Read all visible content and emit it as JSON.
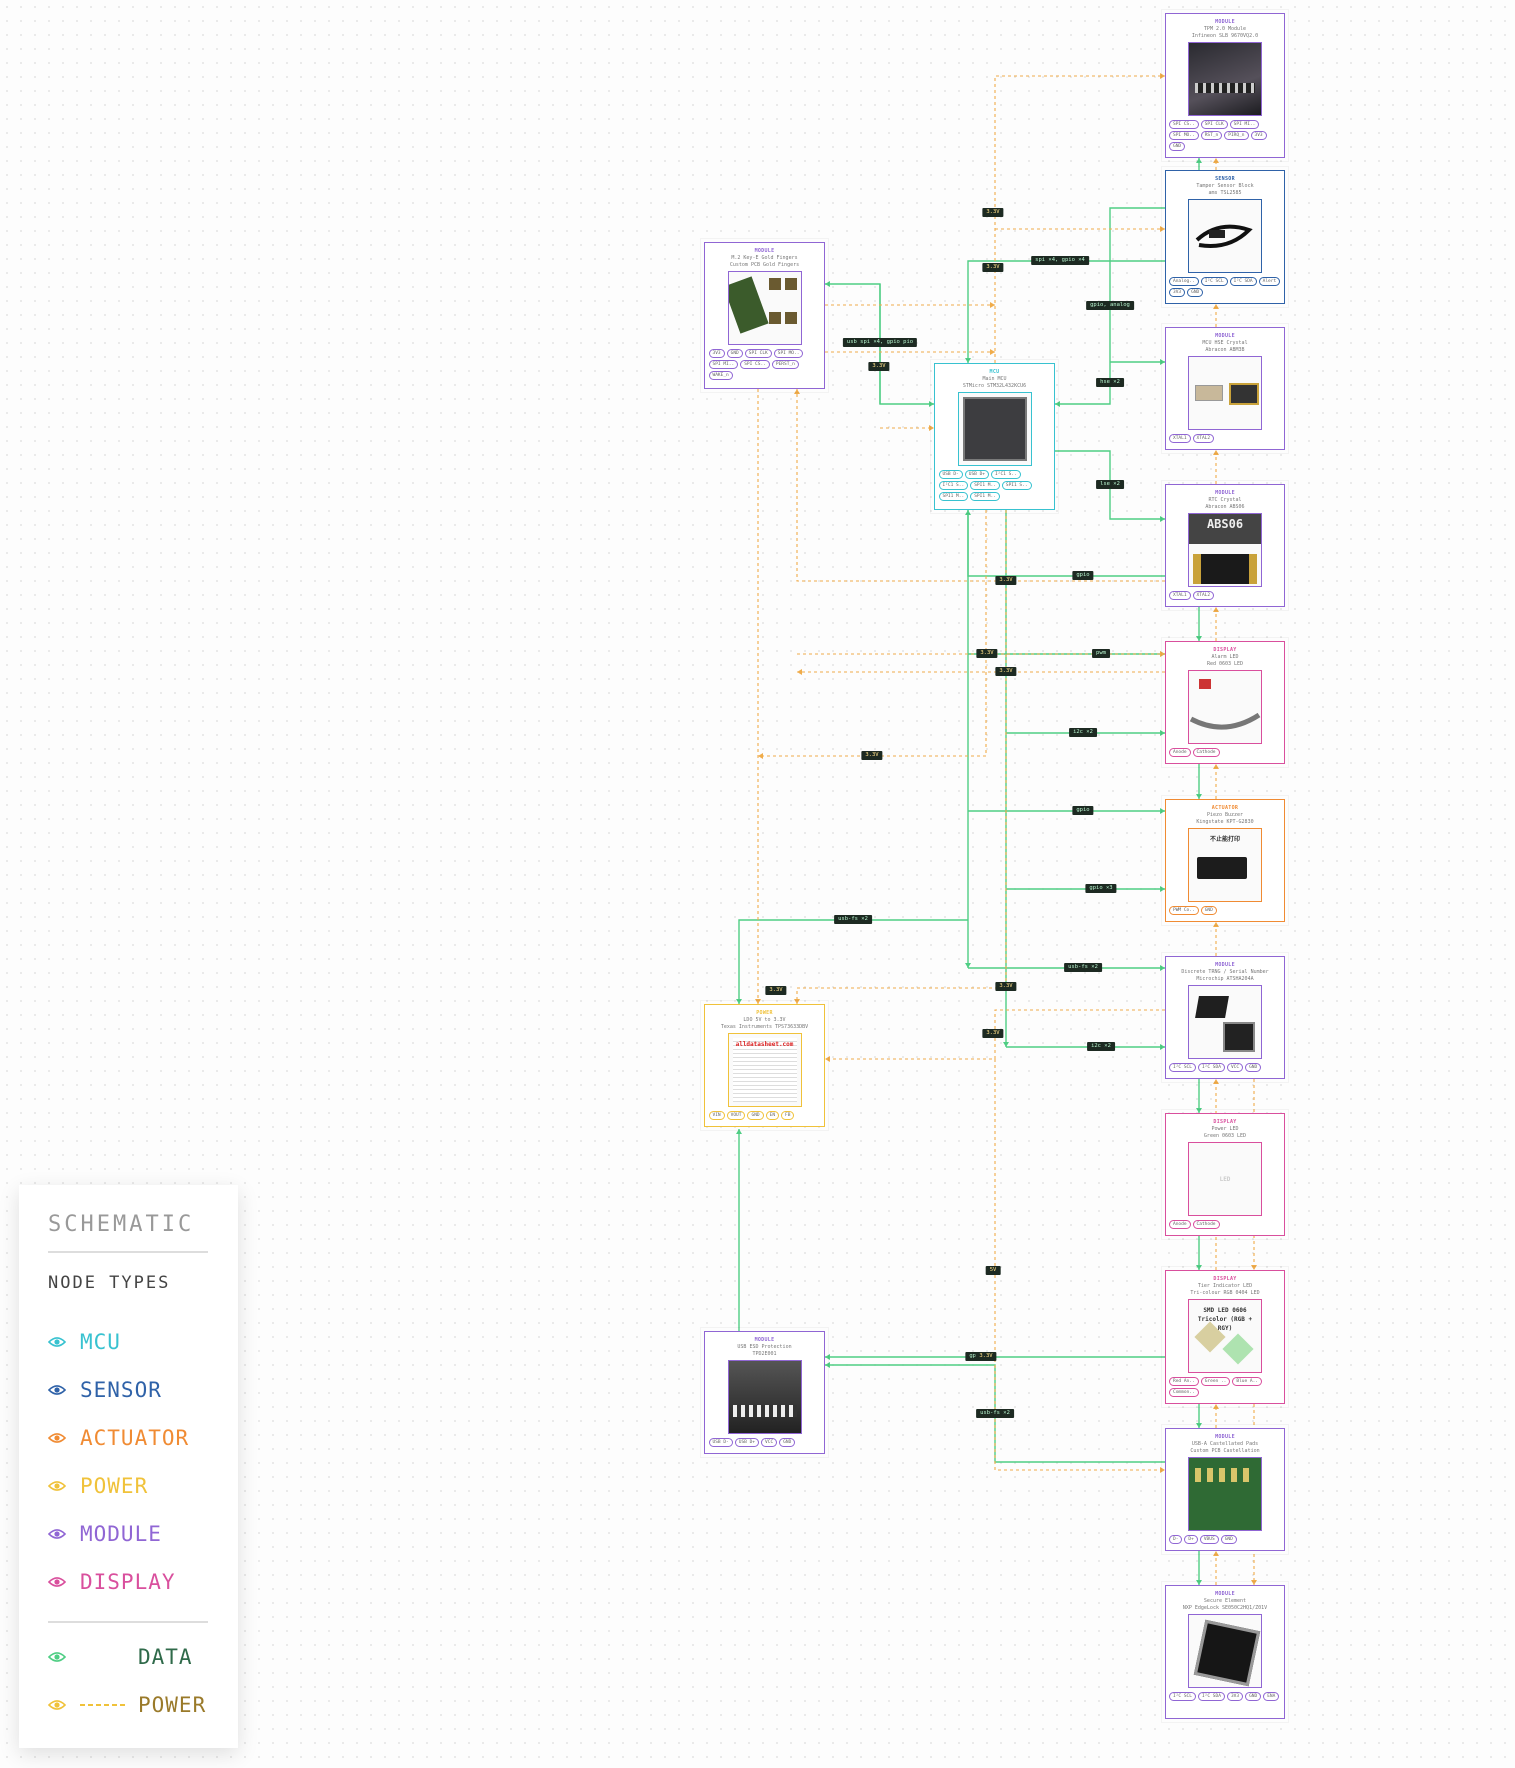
{
  "colors": {
    "mcu": "#38c2d0",
    "sensor": "#2f62a8",
    "actuator": "#f08b33",
    "power": "#f0c23a",
    "module": "#9066d4",
    "display": "#d94f9d",
    "data_wire": "#4fce84",
    "power_wire": "#f0ac4a"
  },
  "nodes": [
    {
      "id": "tpm",
      "type": "module",
      "kind": "MODULE",
      "name": "TPM 2.0 Module",
      "part": "Infineon SLB 9670VQ2.0",
      "image": "tpm-board-photo",
      "pins": [
        "SPI CS..",
        "SPI CLK",
        "SPI MI..",
        "SPI MO..",
        "RST_n",
        "PIRQ_n",
        "3V3",
        "GND"
      ]
    },
    {
      "id": "tamper",
      "type": "sensor",
      "kind": "SENSOR",
      "name": "Tamper Sensor Block",
      "part": "ams TSL2585",
      "image": "cable-photo",
      "pins": [
        "Analog..",
        "I²C SCL",
        "I²C SDA",
        "Alert",
        "3V3",
        "GND"
      ]
    },
    {
      "id": "hse",
      "type": "module",
      "kind": "MODULE",
      "name": "MCU HSE Crystal",
      "part": "Abracon ABM3B",
      "image": "crystal-photo",
      "pins": [
        "XTAL1",
        "XTAL2"
      ]
    },
    {
      "id": "rtc",
      "type": "module",
      "kind": "MODULE",
      "name": "RTC Crystal",
      "part": "Abracon ABS06",
      "image": "abs06-photo",
      "image_text": "ABS06",
      "pins": [
        "XTAL1",
        "XTAL2"
      ]
    },
    {
      "id": "alarm",
      "type": "display",
      "kind": "DISPLAY",
      "name": "Alarm LED",
      "part": "Red 0603 LED",
      "image": "led-reel-photo",
      "pins": [
        "Anode",
        "Cathode"
      ]
    },
    {
      "id": "buzzer",
      "type": "actuator",
      "kind": "ACTUATOR",
      "name": "Piezo Buzzer",
      "part": "Kingstate KPT-G2830",
      "image": "printer-photo",
      "image_text": "不止能打印",
      "pins": [
        "PWM Co..",
        "GND"
      ]
    },
    {
      "id": "trng",
      "type": "module",
      "kind": "MODULE",
      "name": "Discrete TRNG / Serial Number",
      "part": "Microchip ATSHA204A",
      "image": "ic-package-photo",
      "pins": [
        "I²C SCL",
        "I²C SDA",
        "VCC",
        "GND"
      ]
    },
    {
      "id": "powerled",
      "type": "display",
      "kind": "DISPLAY",
      "name": "Power LED",
      "part": "Green 0603 LED",
      "image": "empty",
      "image_text": "LED",
      "pins": [
        "Anode",
        "Cathode"
      ]
    },
    {
      "id": "tier",
      "type": "display",
      "kind": "DISPLAY",
      "name": "Tier Indicator LED",
      "part": "Tri-colour RGB 0404 LED",
      "image": "rgb-led-photo",
      "image_text": "SMD LED 0606 Tricolor (RGB + RGY)",
      "pins": [
        "Red An..",
        "Green ..",
        "Blue A..",
        "Common.."
      ]
    },
    {
      "id": "usba",
      "type": "module",
      "kind": "MODULE",
      "name": "USB-A Castellated Pads",
      "part": "Custom PCB Castellation",
      "image": "pcb-pads-photo",
      "pins": [
        "D-",
        "D+",
        "VBUS",
        "GND"
      ]
    },
    {
      "id": "se",
      "type": "module",
      "kind": "MODULE",
      "name": "Secure Element",
      "part": "NXP EdgeLock SE050C2HQ1/Z01V",
      "image": "qfn-chip-photo",
      "pins": [
        "I²C SCL",
        "I²C SDA",
        "3V3",
        "GND",
        "ENA"
      ]
    },
    {
      "id": "m2",
      "type": "module",
      "kind": "MODULE",
      "name": "M.2 Key-E Gold Fingers",
      "part": "Custom PCB Gold Fingers",
      "image": "gold-fingers-photo",
      "pins": [
        "3V3",
        "GND",
        "SPI CLK",
        "SPI MO..",
        "SPI MI..",
        "SPI CS..",
        "PERST_n",
        "WAKE_n"
      ]
    },
    {
      "id": "mcu",
      "type": "mcu",
      "kind": "MCU",
      "name": "Main MCU",
      "part": "STMicro STM32L432KCU6",
      "image": "stm32-chip-photo",
      "pins": [
        "USB D-",
        "USB D+",
        "I²C1 S..",
        "I²C1 S..",
        "SPI1 M..",
        "SPI1 S..",
        "SPI1 M..",
        "SPI1 M.."
      ]
    },
    {
      "id": "ldo",
      "type": "power",
      "kind": "POWER",
      "name": "LDO 5V to 3.3V",
      "part": "Texas Instruments TPS73633DBV",
      "image": "datasheet-photo",
      "image_text": "alldatasheet.com",
      "pins": [
        "VIN",
        "VOUT",
        "GND",
        "EN",
        "FB"
      ]
    },
    {
      "id": "esd",
      "type": "module",
      "kind": "MODULE",
      "name": "USB ESD Protection",
      "part": "TPD2E001",
      "image": "esd-board-photo",
      "pins": [
        "USB D-",
        "USB D+",
        "VCC",
        "GND"
      ]
    }
  ],
  "edge_labels": [
    {
      "id": "e1",
      "text": "3.3V",
      "kind": "power"
    },
    {
      "id": "e2",
      "text": "3.3V",
      "kind": "power"
    },
    {
      "id": "e3",
      "text": "spi ×4, gpio ×4",
      "kind": "data"
    },
    {
      "id": "e4",
      "text": "usb spi ×4, gpio pio",
      "kind": "data"
    },
    {
      "id": "e5",
      "text": "3.3V",
      "kind": "power"
    },
    {
      "id": "e6",
      "text": "gpio, analog",
      "kind": "data"
    },
    {
      "id": "e7",
      "text": "hse ×2",
      "kind": "data"
    },
    {
      "id": "e8",
      "text": "lse ×2",
      "kind": "data"
    },
    {
      "id": "e9",
      "text": "gpio",
      "kind": "data"
    },
    {
      "id": "e10",
      "text": "3.3V",
      "kind": "power"
    },
    {
      "id": "e11",
      "text": "pwm",
      "kind": "data"
    },
    {
      "id": "e12",
      "text": "3.3V",
      "kind": "power"
    },
    {
      "id": "e13",
      "text": "3.3V",
      "kind": "power"
    },
    {
      "id": "e14",
      "text": "i2c ×2",
      "kind": "data"
    },
    {
      "id": "e15",
      "text": "3.3V",
      "kind": "power"
    },
    {
      "id": "e16",
      "text": "gpio",
      "kind": "data"
    },
    {
      "id": "e17",
      "text": "gpio ×3",
      "kind": "data"
    },
    {
      "id": "e18",
      "text": "usb-fs ×2",
      "kind": "data"
    },
    {
      "id": "e19",
      "text": "usb-fs ×2",
      "kind": "data"
    },
    {
      "id": "e20",
      "text": "3.3V",
      "kind": "power"
    },
    {
      "id": "e21",
      "text": "3.3V",
      "kind": "power"
    },
    {
      "id": "e22",
      "text": "3.3V",
      "kind": "power"
    },
    {
      "id": "e23",
      "text": "i2c ×2",
      "kind": "data"
    },
    {
      "id": "e24",
      "text": "5V",
      "kind": "power"
    },
    {
      "id": "e25",
      "text": "gpio",
      "kind": "data"
    },
    {
      "id": "e26",
      "text": "3.3V",
      "kind": "power"
    },
    {
      "id": "e27",
      "text": "usb-fs ×2",
      "kind": "data"
    }
  ],
  "legend": {
    "title": "SCHEMATIC",
    "subtitle": "NODE TYPES",
    "items": [
      {
        "label": "MCU",
        "type": "mcu",
        "icon": "eye-icon"
      },
      {
        "label": "SENSOR",
        "type": "sensor",
        "icon": "eye-icon"
      },
      {
        "label": "ACTUATOR",
        "type": "actuator",
        "icon": "eye-icon"
      },
      {
        "label": "POWER",
        "type": "power",
        "icon": "eye-icon"
      },
      {
        "label": "MODULE",
        "type": "module",
        "icon": "eye-icon"
      },
      {
        "label": "DISPLAY",
        "type": "display",
        "icon": "eye-icon"
      }
    ],
    "wire_items": [
      {
        "label": "DATA",
        "type": "data_wire",
        "style": "solid",
        "icon": "eye-icon"
      },
      {
        "label": "POWER",
        "type": "power_wire",
        "style": "dashed",
        "icon": "eye-icon"
      }
    ]
  }
}
